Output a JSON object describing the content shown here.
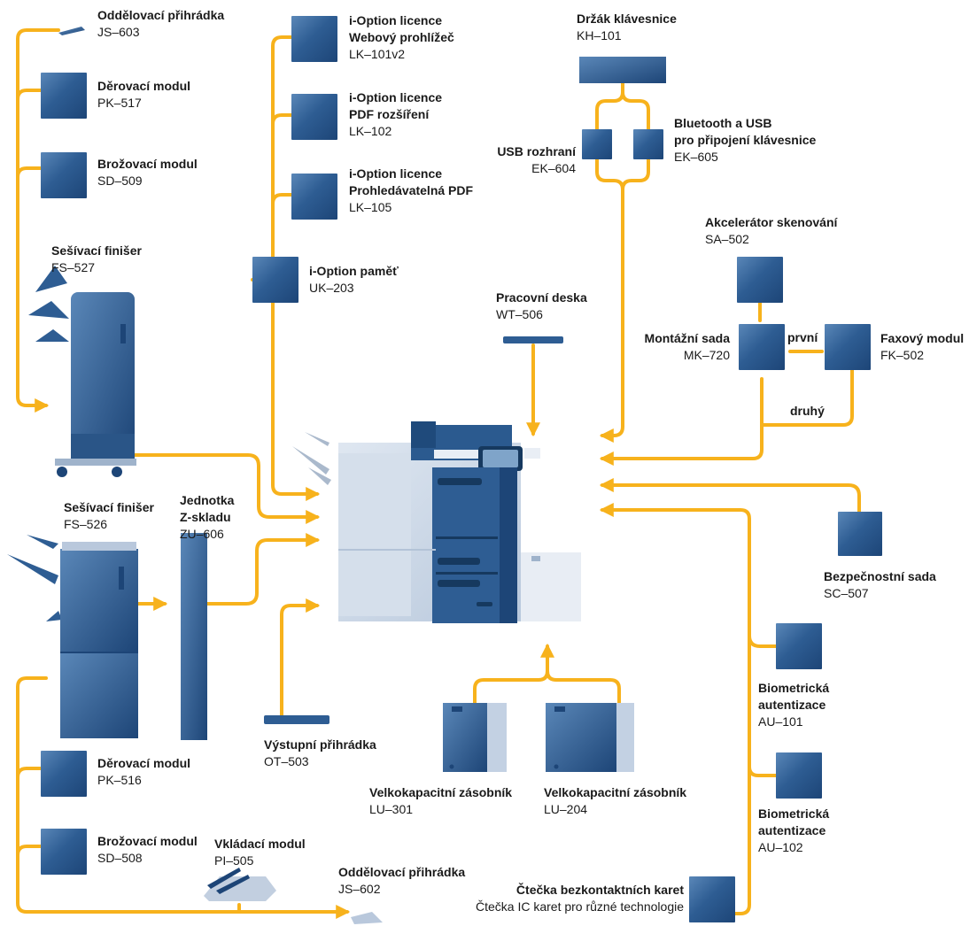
{
  "colors": {
    "connector": "#f7b21c",
    "module": "#2b5a8f",
    "main_unit": "#c9d6e6"
  },
  "options": {
    "js603": {
      "title": "Oddělovací přihrádka",
      "code": "JS–603"
    },
    "pk517": {
      "title": "Děrovací modul",
      "code": "PK–517"
    },
    "sd509": {
      "title": "Brožovací modul",
      "code": "SD–509"
    },
    "fs527": {
      "title": "Sešívací finišer",
      "code": "FS–527"
    },
    "lk101": {
      "title1": "i-Option licence",
      "title2": "Webový prohlížeč",
      "code": "LK–101v2"
    },
    "lk102": {
      "title1": "i-Option licence",
      "title2": "PDF rozšíření",
      "code": "LK–102"
    },
    "lk105": {
      "title1": "i-Option licence",
      "title2": "Prohledávatelná PDF",
      "code": "LK–105"
    },
    "uk203": {
      "title": "i-Option paměť",
      "code": "UK–203"
    },
    "kh101": {
      "title": "Držák klávesnice",
      "code": "KH–101"
    },
    "ek604": {
      "title": "USB rozhraní",
      "code": "EK–604"
    },
    "ek605": {
      "title1": "Bluetooth a USB",
      "title2": "pro připojení klávesnice",
      "code": "EK–605"
    },
    "sa502": {
      "title": "Akcelerátor skenování",
      "code": "SA–502"
    },
    "wt506": {
      "title": "Pracovní deska",
      "code": "WT–506"
    },
    "mk720": {
      "title": "Montážní sada",
      "code": "MK–720"
    },
    "fk502": {
      "title": "Faxový modul",
      "code": "FK–502"
    },
    "tag_first": "první",
    "tag_second": "druhý",
    "fs526": {
      "title": "Sešívací finišer",
      "code": "FS–526"
    },
    "zu606": {
      "title1": "Jednotka",
      "title2": "Z-skladu",
      "code": "ZU–606"
    },
    "sc507": {
      "title": "Bezpečnostní sada",
      "code": "SC–507"
    },
    "ot503": {
      "title": "Výstupní přihrádka",
      "code": "OT–503"
    },
    "lu301": {
      "title": "Velkokapacitní zásobník",
      "code": "LU–301"
    },
    "lu204": {
      "title": "Velkokapacitní zásobník",
      "code": "LU–204"
    },
    "au101": {
      "title1": "Biometrická",
      "title2": "autentizace",
      "code": "AU–101"
    },
    "au102": {
      "title1": "Biometrická",
      "title2": "autentizace",
      "code": "AU–102"
    },
    "pk516": {
      "title": "Děrovací modul",
      "code": "PK–516"
    },
    "sd508": {
      "title": "Brožovací modul",
      "code": "SD–508"
    },
    "pi505": {
      "title": "Vkládací modul",
      "code": "PI–505"
    },
    "js602": {
      "title": "Oddělovací přihrádka",
      "code": "JS–602"
    },
    "ic": {
      "title": "Čtečka bezkontaktních karet",
      "code": "Čtečka IC karet pro různé technologie"
    }
  }
}
